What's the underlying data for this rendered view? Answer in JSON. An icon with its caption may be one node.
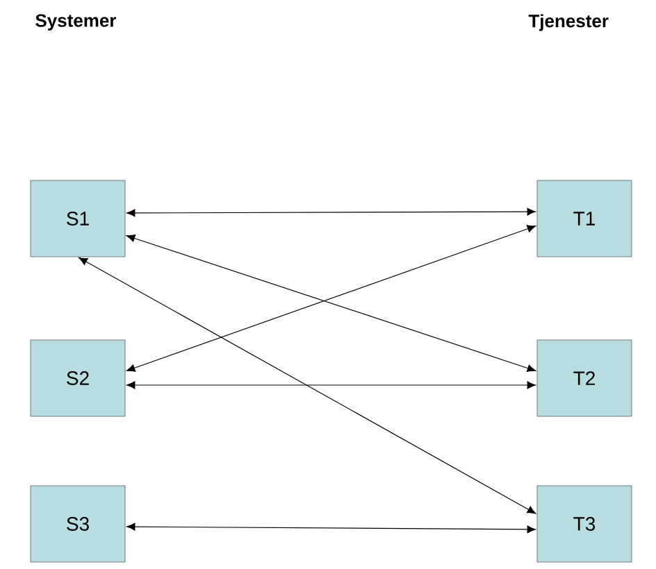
{
  "diagram": {
    "nodes": [
      {
        "text": [
          "S1"
        ]
      },
      {
        "text": [
          "S2"
        ]
      },
      {
        "text": [
          "S3"
        ]
      },
      {
        "text": [
          "T1"
        ]
      },
      {
        "text": [
          "T2"
        ]
      },
      {
        "text": [
          "T3"
        ]
      }
    ],
    "edges": [
      {
        "from": 0,
        "to": 3,
        "arrow": "both"
      },
      {
        "from": 0,
        "to": 4,
        "arrow": "both"
      },
      {
        "from": 0,
        "to": 5,
        "arrow": "both"
      },
      {
        "from": 1,
        "to": 3,
        "arrow": "both"
      },
      {
        "from": 1,
        "to": 4,
        "arrow": "both"
      },
      {
        "from": 2,
        "to": 5,
        "arrow": "both"
      }
    ],
    "labels": [
      "Systemer",
      "Tjenester"
    ]
  }
}
